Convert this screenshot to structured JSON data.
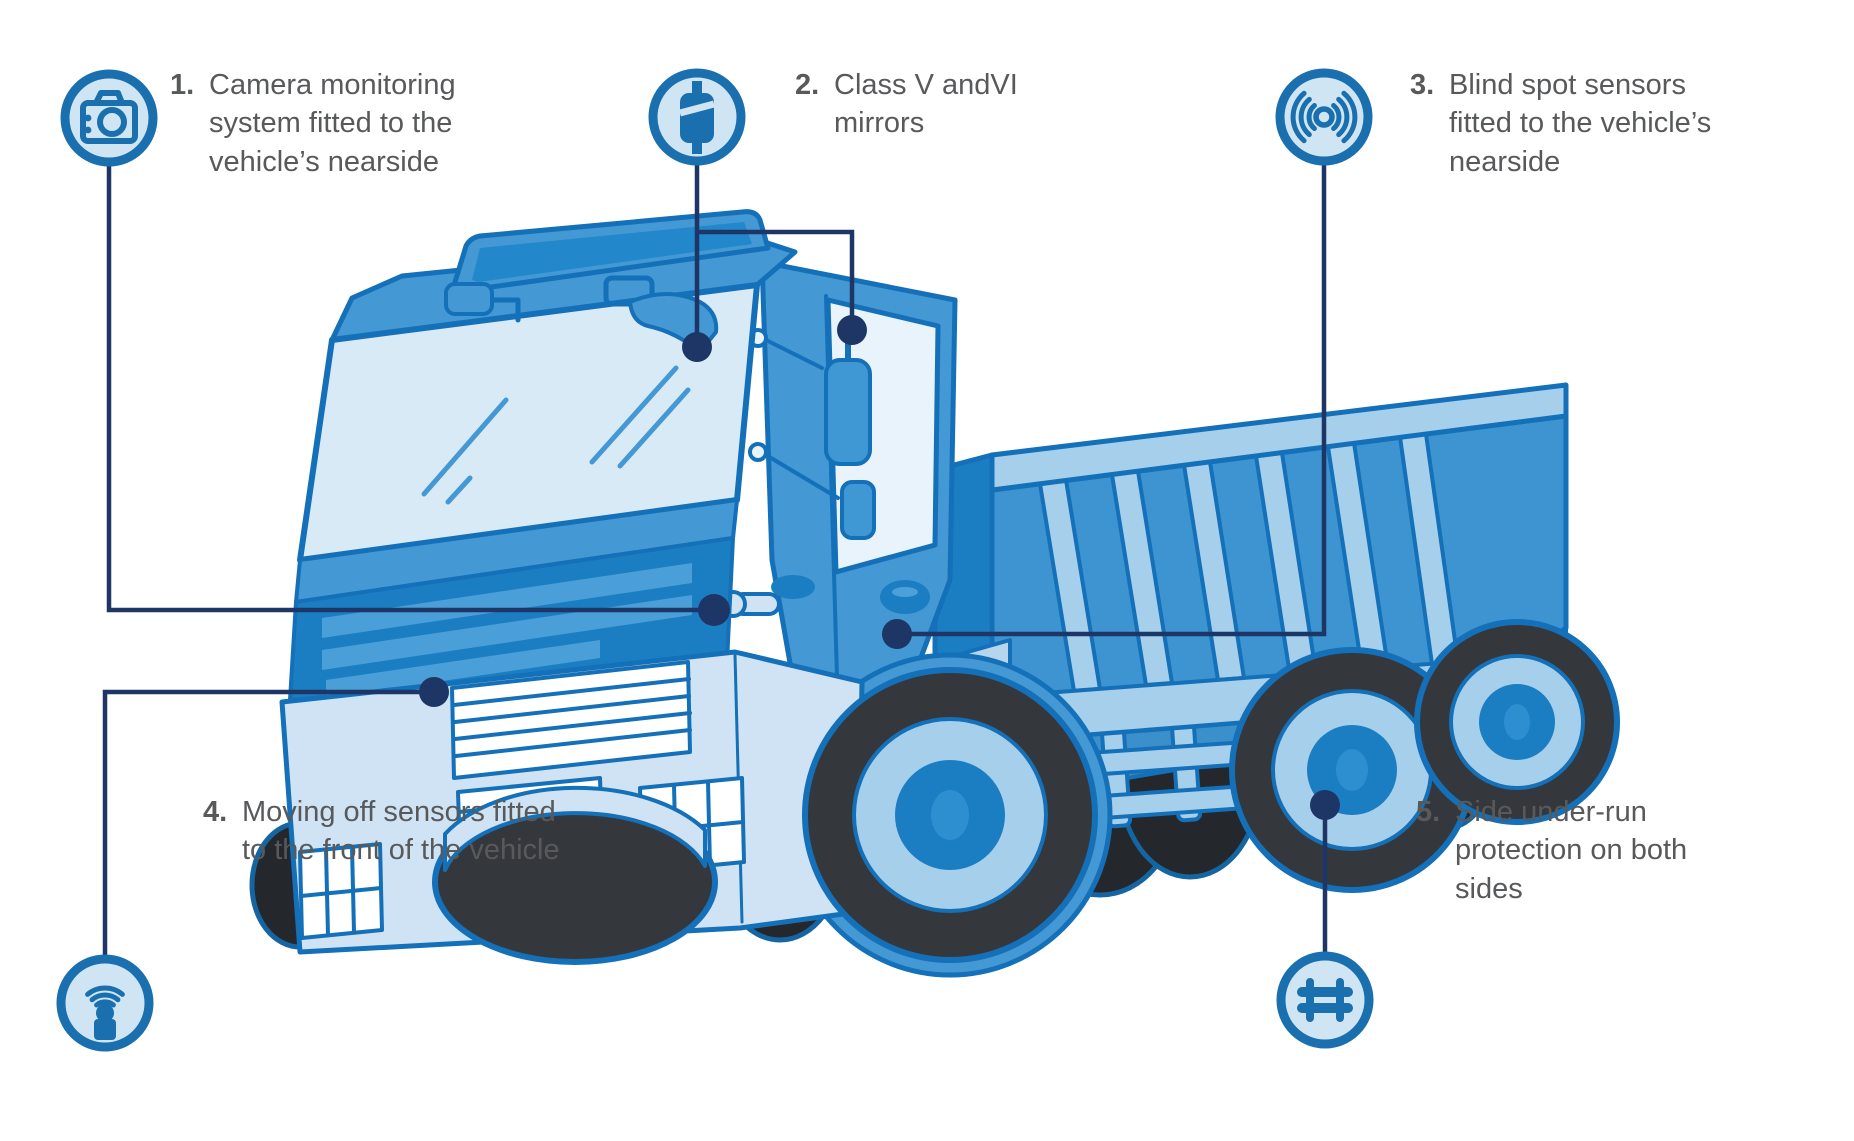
{
  "figure": {
    "type": "safety-infographic",
    "subject": "HGV tipper truck fitted with vision and sensor safety equipment"
  },
  "colors": {
    "background": "#ffffff",
    "text_gray": "#58595b",
    "connector_navy": "#1d3666",
    "icon_ring_blue": "#1a6fae",
    "icon_fill_pale": "#cfe5f4",
    "truck_outline": "#1470b8",
    "truck_mid_blue": "#4498d4",
    "truck_dark_blue": "#1b7ec2",
    "truck_light_blue": "#a6cfeb",
    "truck_pale_blue": "#d9eaf7",
    "tire_dark": "#34383d",
    "tire_far_dark": "#24272b"
  },
  "callouts": [
    {
      "id": 1,
      "num": "1.",
      "icon": "camera",
      "text": "Camera monitoring system fitted to the vehicle’s nearside"
    },
    {
      "id": 2,
      "num": "2.",
      "icon": "mirror",
      "text": "Class V andVI mirrors"
    },
    {
      "id": 3,
      "num": "3.",
      "icon": "blind-spot-sensor",
      "text": "Blind spot sensors fitted to the vehicle’s nearside"
    },
    {
      "id": 4,
      "num": "4.",
      "icon": "moving-off-sensor",
      "text": "Moving off sensors fitted to the front of the vehicle"
    },
    {
      "id": 5,
      "num": "5.",
      "icon": "side-guard-rails",
      "text": "Side under-run protection on both sides"
    }
  ]
}
